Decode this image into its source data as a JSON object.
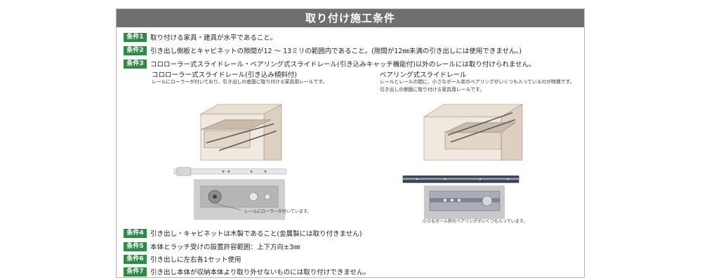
{
  "title": "取り付け施工条件",
  "conditions_top": [
    {
      "tag": "条件1",
      "text": "取り付ける家具・建具が水平であること。"
    },
    {
      "tag": "条件2",
      "text": "引き出し側板とキャビネットの隙間が12 ～ 13ミリの範囲内であること。(隙間が12㎜未満の引き出しには使用できません。)"
    },
    {
      "tag": "条件3",
      "text": "コロローラー式スライドレール・ベアリング式スライドレール(引き込みキャッチ機能付)以外のレールには取り付けられません。"
    }
  ],
  "rails": {
    "roller": {
      "title": "コロローラー式スライドレール(引き込み傾斜付)",
      "desc": "レールにローラーが付いており、引き出しの底面に取り付ける家具用レールです。",
      "note": "レールにローラーが付いています。"
    },
    "bearing": {
      "title": "ベアリング式スライドレール",
      "desc1": "レールとレールの間に、小さなボール状のベアリングがいくつも入っているのが特徴です。",
      "desc2": "引き出しの側面に取り付ける家具用レールです。",
      "note": "小さなボール状のベアリングがいくつも入っています。"
    }
  },
  "conditions_bottom": [
    {
      "tag": "条件4",
      "text": "引き出し・キャビネットは木製であること(金属製には取り付きません)"
    },
    {
      "tag": "条件5",
      "text": "本体とラッチ受けの設置許容範囲：上下方向±3㎜"
    },
    {
      "tag": "条件6",
      "text": "引き出しに左右各1セット使用"
    },
    {
      "tag": "条件7",
      "text": "引き出し本体が収納本体より取り外せないものには取り付けできません。"
    }
  ],
  "colors": {
    "title_bg": "#6f6f6f",
    "tag_bg": "#2f8a46",
    "wood": "#e8ddd0"
  }
}
